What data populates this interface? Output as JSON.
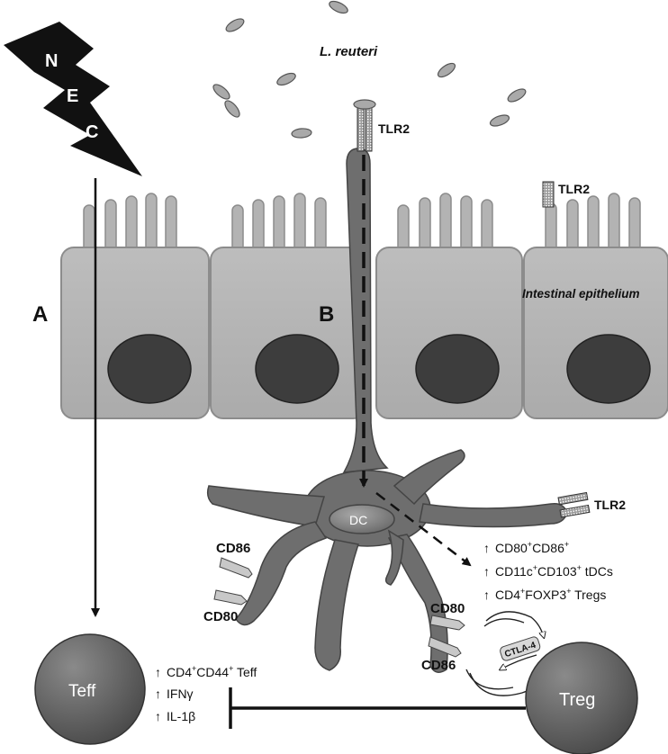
{
  "labels": {
    "bacteria": "L. reuteri",
    "tlr2": "TLR2",
    "nec_letters": [
      "N",
      "E",
      "C"
    ],
    "epithelium": "Intestinal epithelium",
    "pathway_a": "A",
    "pathway_b": "B",
    "dc": "DC",
    "cd86": "CD86",
    "cd80": "CD80",
    "ctla4": "CTLA-4",
    "teff": "Teff",
    "treg": "Treg"
  },
  "dc_outcomes": [
    {
      "arrow": "↑",
      "a": "CD80",
      "a_sup": "+",
      "b": "CD86",
      "b_sup": "+",
      "c": ""
    },
    {
      "arrow": "↑",
      "a": "CD11c",
      "a_sup": "+",
      "b": "CD103",
      "b_sup": "+",
      "c": " tDCs"
    },
    {
      "arrow": "↑",
      "a": "CD4",
      "a_sup": "+",
      "b": "FOXP3",
      "b_sup": "+",
      "c": " Tregs"
    }
  ],
  "teff_outcomes": [
    {
      "arrow": "↑",
      "a": "CD4",
      "a_sup": "+",
      "b": "CD44",
      "b_sup": "+",
      "c": " Teff"
    },
    {
      "arrow": "↑",
      "a": "IFNγ",
      "a_sup": "",
      "b": "",
      "b_sup": "",
      "c": ""
    },
    {
      "arrow": "↑",
      "a": "IL-1β",
      "a_sup": "",
      "b": "",
      "b_sup": "",
      "c": ""
    }
  ],
  "colors": {
    "cell_fill": "#b3b3b3",
    "cell_stroke": "#8c8c8c",
    "nucleus": "#3d3d3d",
    "dc_fill": "#6e6e6e",
    "bacteria": "#a9a9a9",
    "lightning": "#111111"
  }
}
